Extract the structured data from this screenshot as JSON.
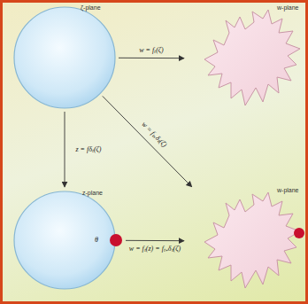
{
  "diagram": {
    "nodes": [
      {
        "text": [
          "ζ-plane"
        ]
      },
      {
        "text": [
          "w-plane"
        ]
      },
      {
        "text": [
          "z-plane"
        ]
      },
      {
        "text": [
          "w-plane"
        ]
      }
    ],
    "edges": [
      {
        "from": 0,
        "to": 1,
        "arrow": "to",
        "label": "w = fₜ(ζ)"
      },
      {
        "from": 0,
        "to": 2,
        "arrow": "to",
        "label": "z = fδₜ(ζ)"
      },
      {
        "from": 0,
        "to": 3,
        "arrow": "to",
        "label": "w = fₜ₊δₜ(ζ)"
      },
      {
        "from": 2,
        "to": 3,
        "arrow": "to",
        "label": "w = fₜ(z) = fₜ₊δₜ(ζ)"
      }
    ],
    "labels": [
      "θ"
    ]
  }
}
